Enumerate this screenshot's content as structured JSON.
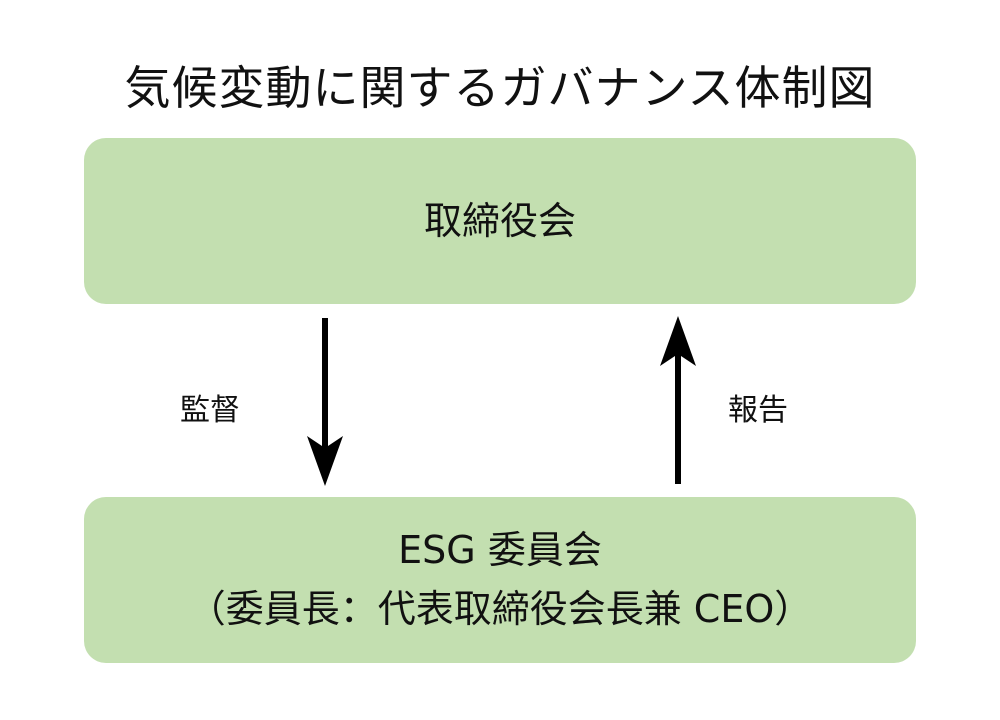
{
  "title": "気候変動に関するガバナンス体制図",
  "top_box": {
    "label": "取締役会"
  },
  "bottom_box": {
    "label": "ESG 委員会",
    "sublabel": "（委員長：代表取締役会長兼 CEO）"
  },
  "arrows": {
    "down_label": "監督",
    "up_label": "報告"
  },
  "colors": {
    "box_fill": "#c3dfb0",
    "arrow": "#000000",
    "text": "#111111"
  }
}
